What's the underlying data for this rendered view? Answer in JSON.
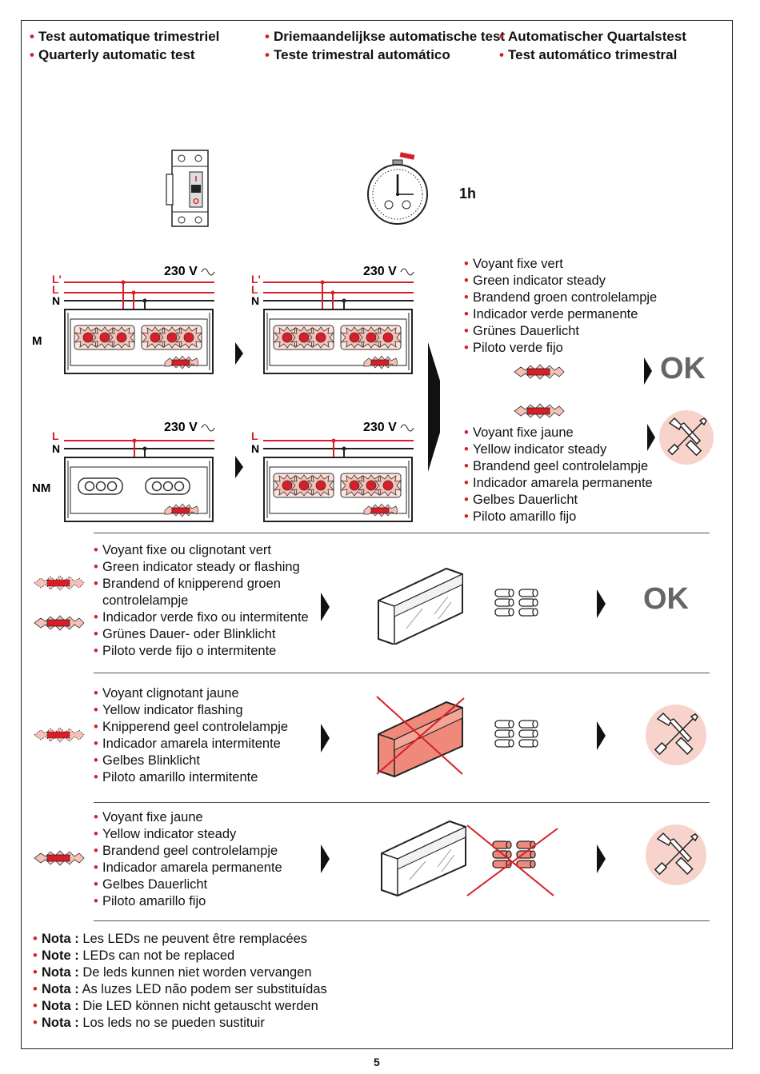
{
  "header": {
    "col1": [
      "Test automatique trimestriel",
      "Quarterly automatic test"
    ],
    "col2": [
      "Driemaandelijkse automatische test",
      "Teste trimestral automático"
    ],
    "col3": [
      "Automatischer Quartalstest",
      "Test automático trimestral"
    ]
  },
  "timer": {
    "duration": "1h"
  },
  "breaker": {
    "on_label": "I",
    "off_label": "O"
  },
  "wiring": {
    "voltage": "230 V",
    "lines_m": [
      "L'",
      "L",
      "N"
    ],
    "lines_nm": [
      "L",
      "N"
    ],
    "label_m": "M",
    "label_nm": "NM"
  },
  "result_green": [
    "Voyant fixe vert",
    "Green indicator steady",
    "Brandend groen controlelampje",
    "Indicador verde permanente",
    "Grünes Dauerlicht",
    "Piloto verde fijo"
  ],
  "result_green_ok": "OK",
  "result_yellow": [
    "Voyant fixe jaune",
    "Yellow indicator steady",
    "Brandend geel controlelampje",
    "Indicador amarela permanente",
    "Gelbes Dauerlicht",
    "Piloto amarillo fijo"
  ],
  "row1": [
    "Voyant fixe ou clignotant vert",
    "Green indicator steady or flashing",
    "Brandend of knipperend groen controlelampje",
    "Indicador verde fixo ou intermitente",
    "Grünes Dauer- oder Blinklicht",
    "Piloto verde fijo o intermitente"
  ],
  "row1_ok": "OK",
  "row2": [
    "Voyant clignotant jaune",
    "Yellow indicator flashing",
    "Knipperend geel controlelampje",
    "Indicador amarela intermitente",
    "Gelbes Blinklicht",
    "Piloto amarillo intermitente"
  ],
  "row3": [
    "Voyant fixe jaune",
    "Yellow indicator steady",
    "Brandend geel controlelampje",
    "Indicador amarela permanente",
    "Gelbes Dauerlicht",
    "Piloto amarillo fijo"
  ],
  "notes": [
    {
      "label": "Nota :",
      "text": "Les LEDs ne peuvent être remplacées"
    },
    {
      "label": "Note :",
      "text": "LEDs can not be replaced"
    },
    {
      "label": "Nota :",
      "text": "De leds kunnen niet worden vervangen"
    },
    {
      "label": "Nota :",
      "text": "As luzes LED não podem ser substituídas"
    },
    {
      "label": "Nota :",
      "text": "Die LED können nicht getauscht werden"
    },
    {
      "label": "Nota :",
      "text": "Los leds no se pueden sustituir"
    }
  ],
  "page_number": "5",
  "colors": {
    "accent_red": "#d81e2a",
    "tool_circle": "#f7d3cc",
    "crossed_device": "#ef8a7a"
  }
}
